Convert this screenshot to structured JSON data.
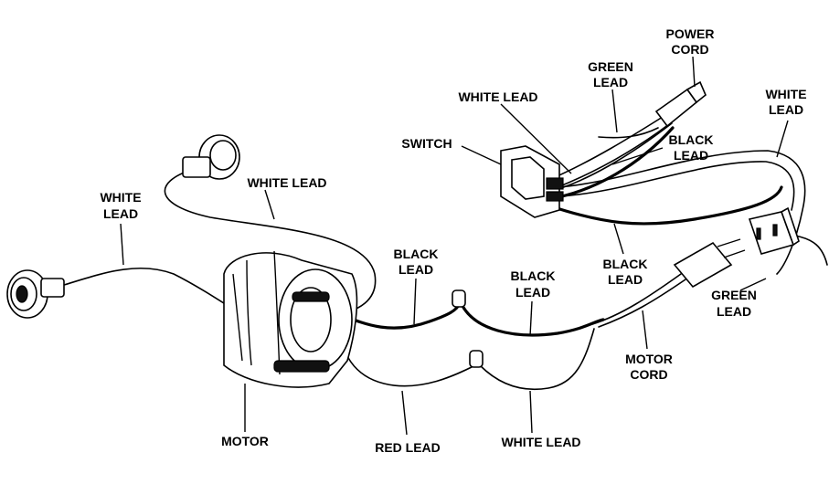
{
  "labels": {
    "power_cord": [
      "POWER",
      "CORD"
    ],
    "green_lead_top": [
      "GREEN",
      "LEAD"
    ],
    "white_lead_top": "WHITE LEAD",
    "switch": "SWITCH",
    "black_lead_switch": [
      "BLACK",
      "LEAD"
    ],
    "white_lead_right": [
      "WHITE",
      "LEAD"
    ],
    "white_lead_left": [
      "WHITE",
      "LEAD"
    ],
    "white_lead_upper": "WHITE LEAD",
    "black_lead_motor": [
      "BLACK",
      "LEAD"
    ],
    "black_lead_mid": [
      "BLACK",
      "LEAD"
    ],
    "black_lead_right": [
      "BLACK",
      "LEAD"
    ],
    "green_lead_right": [
      "GREEN",
      "LEAD"
    ],
    "motor_cord": [
      "MOTOR",
      "CORD"
    ],
    "motor": "MOTOR",
    "red_lead": "RED LEAD",
    "white_lead_bottom": "WHITE LEAD"
  }
}
